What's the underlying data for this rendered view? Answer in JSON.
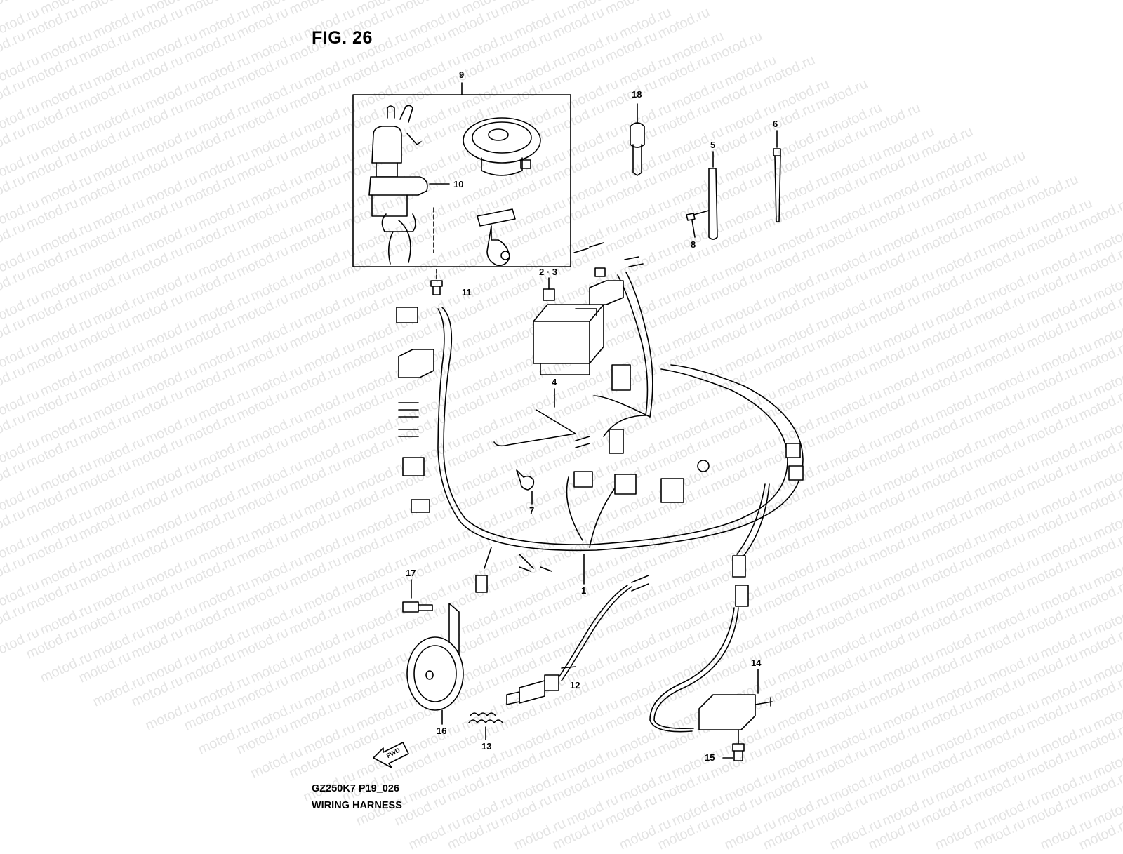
{
  "figure": {
    "title": "FIG. 26",
    "code": "GZ250K7 P19_026",
    "name": "WIRING HARNESS"
  },
  "watermark": "motod.ru",
  "colors": {
    "line": "#000000",
    "watermark": "#e4e4e4",
    "background": "#ffffff"
  },
  "fwd_label": "FWD",
  "callouts": {
    "c1": "1",
    "c2": "2 · 3",
    "c4": "4",
    "c5": "5",
    "c6": "6",
    "c7": "7",
    "c8": "8",
    "c9": "9",
    "c10": "10",
    "c11": "11",
    "c12": "12",
    "c13": "13",
    "c14": "14",
    "c15": "15",
    "c16": "16",
    "c17": "17",
    "c18": "18"
  }
}
